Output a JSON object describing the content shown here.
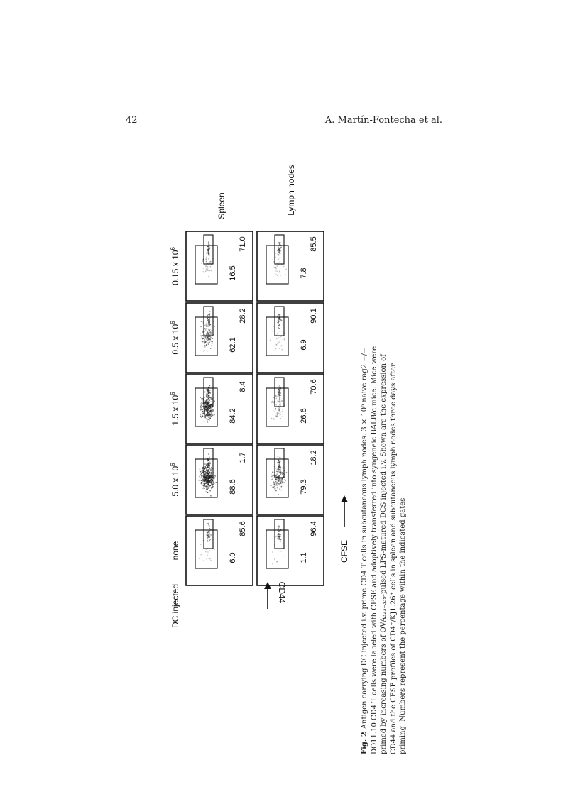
{
  "header": {
    "page_number": "42",
    "authors": "A. Martín-Fontecha et al."
  },
  "figure": {
    "row_header": "DC injected",
    "conditions": [
      {
        "label": "none",
        "superscript": ""
      },
      {
        "label": "5.0 x 10",
        "superscript": "6"
      },
      {
        "label": "1.5 x 10",
        "superscript": "6"
      },
      {
        "label": "0.5 x 10",
        "superscript": "6"
      },
      {
        "label": "0.15 x 10",
        "superscript": "6"
      }
    ],
    "tissues": [
      "Spleen",
      "Lymph nodes"
    ],
    "y_axis_label": "CD44",
    "x_axis_label": "CFSE",
    "panels": [
      [
        {
          "divided": "6.0",
          "undivided": "85.6",
          "density": 0.03
        },
        {
          "divided": "1.1",
          "undivided": "96.4",
          "density": 0.02
        }
      ],
      [
        {
          "divided": "88.6",
          "undivided": "1.7",
          "density": 0.95
        },
        {
          "divided": "79.3",
          "undivided": "18.2",
          "density": 0.45
        }
      ],
      [
        {
          "divided": "84.2",
          "undivided": "8.4",
          "density": 0.85
        },
        {
          "divided": "26.6",
          "undivided": "70.6",
          "density": 0.18
        }
      ],
      [
        {
          "divided": "62.1",
          "undivided": "28.2",
          "density": 0.4
        },
        {
          "divided": "6.9",
          "undivided": "90.1",
          "density": 0.05
        }
      ],
      [
        {
          "divided": "16.5",
          "undivided": "71.0",
          "density": 0.12
        },
        {
          "divided": "7.8",
          "undivided": "85.5",
          "density": 0.06
        }
      ]
    ]
  },
  "caption": {
    "label": "Fig. 2",
    "text": "Antigen carrying DC injected i.v. prime CD4 T cells in subcutaneous lymph nodes. 3 × 10⁶ naive rag2 −/− DO11.10 CD4 T cells were labeled with CFSE and adoptively transferred into syngeneic BALB/c mice. Mice were primed by increasing numbers of OVA₃₂₃₋₃₃₉-pulsed LPS-matured DCS injected i.v. Shown are the expression of CD44 and the CFSE profiles of CD4⁺/KJ1.26⁺ cells in spleen and subcutaneous lymph nodes three days after priming. Numbers represent the percentage within the indicated gates"
  }
}
